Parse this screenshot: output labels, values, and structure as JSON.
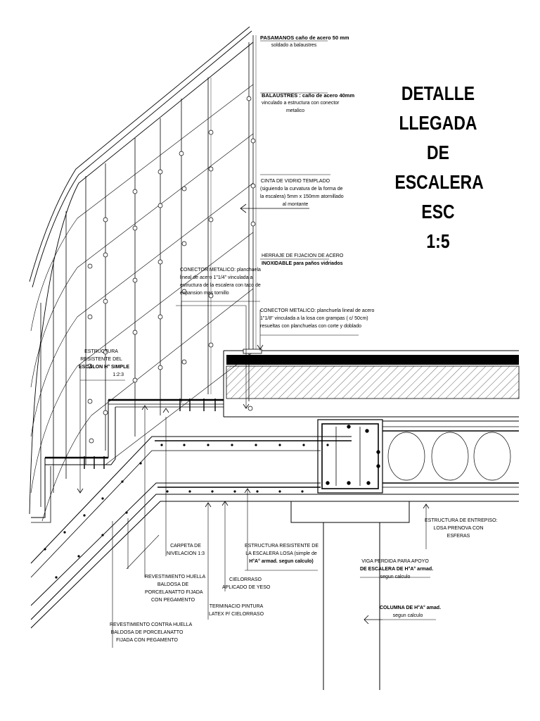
{
  "title": {
    "line1": "DETALLE",
    "line2": "LLEGADA DE",
    "line3": "ESCALERA ESC",
    "line4": "1:5"
  },
  "labels": {
    "pasamanos": {
      "head": "PASAMANOS caño de acero 50 mm",
      "sub": "soldado a balaustres"
    },
    "balaustres": {
      "head": "BALAUSTRES : caño de acero 40mm",
      "l2": "vinculado a estructura con conector",
      "l3": "metalico"
    },
    "cinta": {
      "l1": "CINTA DE VIDRIO TEMPLADO",
      "l2": "(siguiendo la curvatura de la forma de",
      "l3": "la escalera) 5mm x 150mm atornillado",
      "l4": "al montante"
    },
    "herraje": {
      "l1": "HERRAJE DE FIJACION DE ACERO",
      "l2": "INOXIDABLE para paños vidriados"
    },
    "conector1": {
      "l1": "CONECTOR METALICO:  planchuela",
      "l2": "lineal de acero  1\"1/4\" vinculada a",
      "l3": "estructura de la escalera con taco de",
      "l4": "expansion mas tornillo"
    },
    "conector2": {
      "l1": "CONECTOR METALICO:  planchuela lineal de acero",
      "l2": "1\"1/8\" vinculada a la losa con grampas ( c/ 50cm)",
      "l3": "resueltas con planchuelas con corte y doblado"
    },
    "estructura_escalon": {
      "l1": "ESTRUCTURA",
      "l2": "RESISTENTE DEL",
      "l3": "ESCALON H° SIMPLE",
      "l4": "1:2:3"
    },
    "carpeta": {
      "l1": "CARPETA DE",
      "l2": "NIVELACION 1:3"
    },
    "estructura_losa": {
      "l1": "ESTRUCTURA RESISTENTE DE",
      "l2": "LA ESCALERA LOSA (simple de",
      "l3": "H°A° armad. segun calculo)"
    },
    "viga": {
      "l1": "VIGA PERDIDA PARA APOYO",
      "l2": "DE ESCALERA DE H°A° armad.",
      "l3": "segun calculo"
    },
    "entrepiso": {
      "l1": "ESTRUCTURA DE ENTREPISO:",
      "l2": "LOSA PRENOVA CON",
      "l3": "ESFERAS"
    },
    "revest_huella": {
      "l1": "REVESTIMIENTO HUELLA",
      "l2": "BALDOSA DE",
      "l3": "PORCELANATTO FIJADA",
      "l4": "CON PEGAMENTO"
    },
    "cielorraso": {
      "l1": "CIELORRASO",
      "l2": "APLICADO DE YESO"
    },
    "terminacion": {
      "l1": "TERMINACIO PINTURA",
      "l2": "LATEX P/ CIELORRASO"
    },
    "columna": {
      "l1": "COLUMNA DE H°A° amad.",
      "l2": "segun calculo"
    },
    "revest_contra": {
      "l1": "REVESTIMIENTO CONTRA HUELLA",
      "l2": "BALDOSA DE PORCELANATTO",
      "l3": "FIJADA CON PEGAMENTO"
    }
  }
}
